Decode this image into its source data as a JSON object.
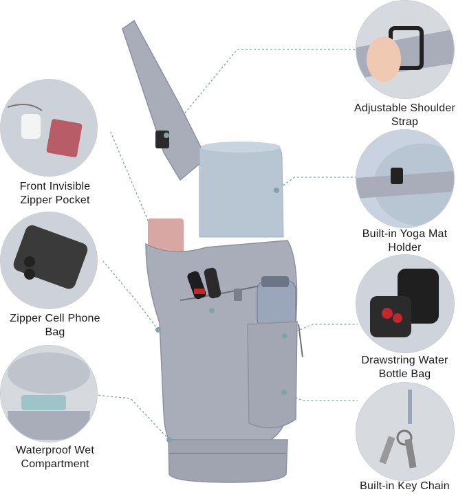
{
  "colors": {
    "bag": "#a9adba",
    "bag_dark": "#8d919e",
    "mat": "#b8c6d4",
    "leader": "#7fa3ad",
    "text": "#1a1a1a"
  },
  "features": {
    "adjustable_strap": {
      "line1": "Adjustable Shoulder",
      "line2": "Strap"
    },
    "mat_holder": {
      "line1": "Built-in Yoga Mat",
      "line2": "Holder"
    },
    "water_bottle": {
      "line1": "Drawstring Water",
      "line2": "Bottle Bag"
    },
    "key_chain": {
      "line1": "Built-in Key Chain"
    },
    "front_pocket": {
      "line1": "Front Invisible",
      "line2": "Zipper Pocket"
    },
    "phone_bag": {
      "line1": "Zipper Cell Phone",
      "line2": "Bag"
    },
    "wet_compartment": {
      "line1": "Waterproof Wet",
      "line2": "Compartment"
    }
  }
}
